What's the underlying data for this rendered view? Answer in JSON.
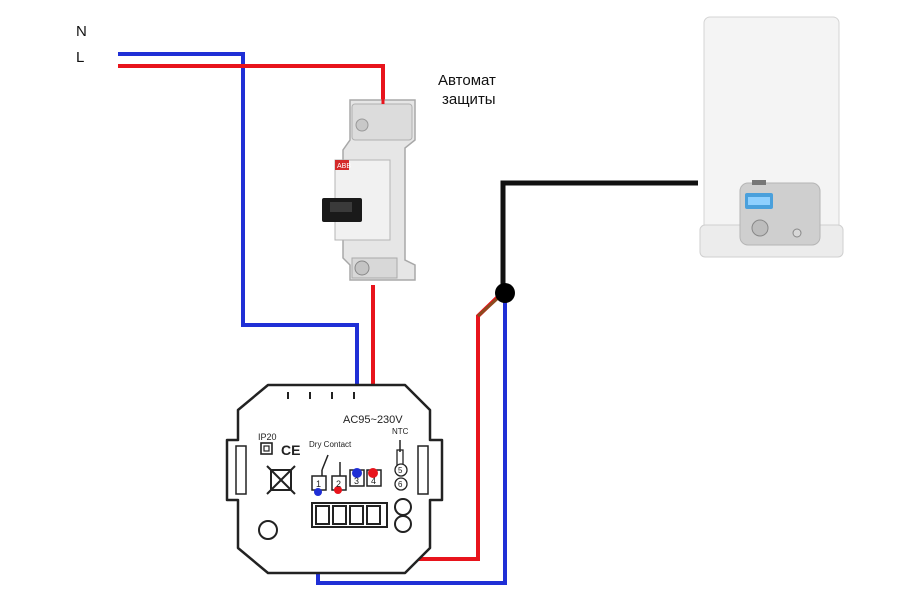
{
  "labels": {
    "neutral": "N",
    "line": "L",
    "breaker_title_1": "Автомат",
    "breaker_title_2": "защиты"
  },
  "thermostat": {
    "voltage": "AC95~230V",
    "ip_rating": "IP20",
    "ce_mark": "CE",
    "dry_contact": "Dry Contact",
    "ntc": "NTC",
    "terminals": [
      "1",
      "2",
      "3",
      "4",
      "5",
      "6"
    ]
  },
  "breaker": {
    "brand": "ABB"
  },
  "colors": {
    "neutral_wire": "#1f2fd6",
    "line_wire": "#e8141c",
    "boiler_wire": "#111111",
    "thermostat_outline": "#222222"
  }
}
